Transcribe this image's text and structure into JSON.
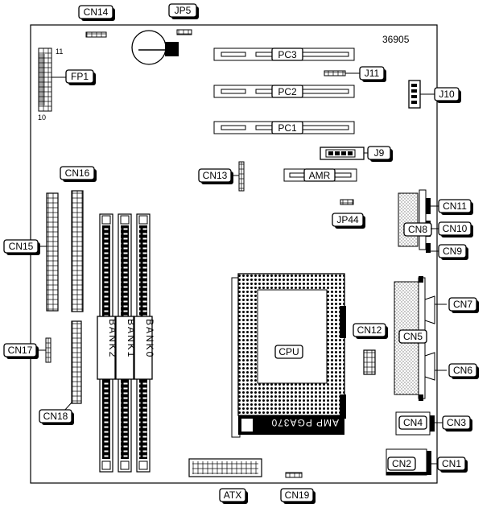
{
  "board_id": "36905",
  "labels": {
    "cn14": "CN14",
    "jp5": "JP5",
    "fp1": "FP1",
    "fp1_pin11": "11",
    "fp1_pin10": "10",
    "pc3": "PC3",
    "pc2": "PC2",
    "pc1": "PC1",
    "j11": "J11",
    "j10": "J10",
    "j9": "J9",
    "amr": "AMR",
    "cn13": "CN13",
    "jp44": "JP44",
    "cn16": "CN16",
    "cn15": "CN15",
    "cn11": "CN11",
    "cn10": "CN10",
    "cn9": "CN9",
    "cn8": "CN8",
    "cn7": "CN7",
    "cn5": "CN5",
    "cn6": "CN6",
    "cn12": "CN12",
    "cpu": "CPU",
    "socket": "AMP PGA370",
    "bank2": "BANK2",
    "bank1": "BANK1",
    "bank0": "BANK0",
    "cn17": "CN17",
    "cn18": "CN18",
    "cn4": "CN4",
    "cn3": "CN3",
    "cn2": "CN2",
    "cn1": "CN1",
    "atx": "ATX",
    "cn19": "CN19"
  }
}
